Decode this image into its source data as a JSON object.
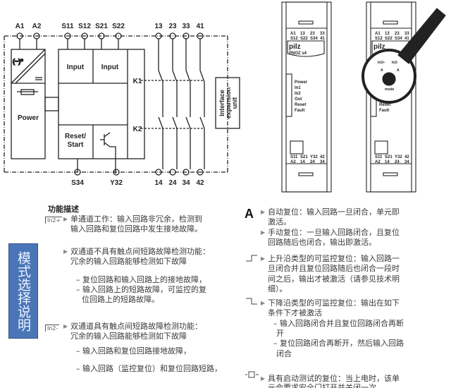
{
  "schematic": {
    "top_terminals": [
      "A1",
      "A2",
      "S11",
      "S12",
      "S21",
      "S22",
      "13",
      "23",
      "33",
      "41"
    ],
    "bottom_terminals": [
      "S34",
      "Y32",
      "14",
      "24",
      "34",
      "42"
    ],
    "blocks": {
      "input1": "Input",
      "input2": "Input",
      "power": "Power",
      "reset1": "Reset/",
      "reset2": "Start",
      "k1": "K1",
      "k2": "K2",
      "iface1": "Interface",
      "iface2": "expansion",
      "iface3": "unit"
    }
  },
  "device": {
    "brand": "pilz",
    "model": "PNOZ s4",
    "top_row1": [
      "A1",
      "13",
      "23",
      "33"
    ],
    "top_row2": [
      "S12",
      "S22",
      "S34",
      "41"
    ],
    "bottom_row1": [
      "S11",
      "S21",
      "Y32",
      "42"
    ],
    "bottom_row2": [
      "A2",
      "14",
      "24",
      "34"
    ],
    "leds": [
      "Power",
      "In1",
      "In2",
      "Out",
      "Reset",
      "Fault"
    ],
    "dial_labels": [
      "In2+",
      "In2-",
      "A",
      "A",
      "mode"
    ]
  },
  "side_label": "模式选择说明",
  "left": {
    "title": "功能描述",
    "icon1": "In2+",
    "icon2": "In2-",
    "lines": [
      "单通道工作：输入回路非冗余，检测到",
      "输入回路和复位回路中发生接地故障。",
      "双通道不具有触点间短路故障检测功能：",
      "冗余的输入回路能够检测如下故障",
      "– 复位回路和输入回路上的接地故障，",
      "– 输入回路上的短路故障，可监控的复",
      "位回路上的短路故障。",
      "双通道具有触点间短路故障检测功能：",
      "冗余的输入回路能够检测如下故障",
      "– 输入回路和复位回路接地故障，",
      "– 输入回路（监控复位）和复位回路短路，"
    ]
  },
  "right": {
    "big_a": "A",
    "lines": [
      "自动复位：输入回路一旦闭合，单元即",
      "激活。",
      "手动复位：一旦输入回路闭合，且复位",
      "回路随后也闭合，输出即激活。",
      "上升沿类型的可监控复位：输入回路一",
      "旦闭合并且复位回路随后也闭合一段时",
      "间之后，输出才被激活（请参见技术明",
      "细）。",
      "下降沿类型的可监控复位：输出在如下",
      "条件下才被激活",
      "– 输入回路闭合并且复位回路闭合再断",
      "开",
      "– 复位回路闭合再断开，然后输入回路",
      "闭合",
      "具有启动测试的复位：当上电时，该单",
      "元会要求安全门打开并关闭一次。"
    ]
  }
}
